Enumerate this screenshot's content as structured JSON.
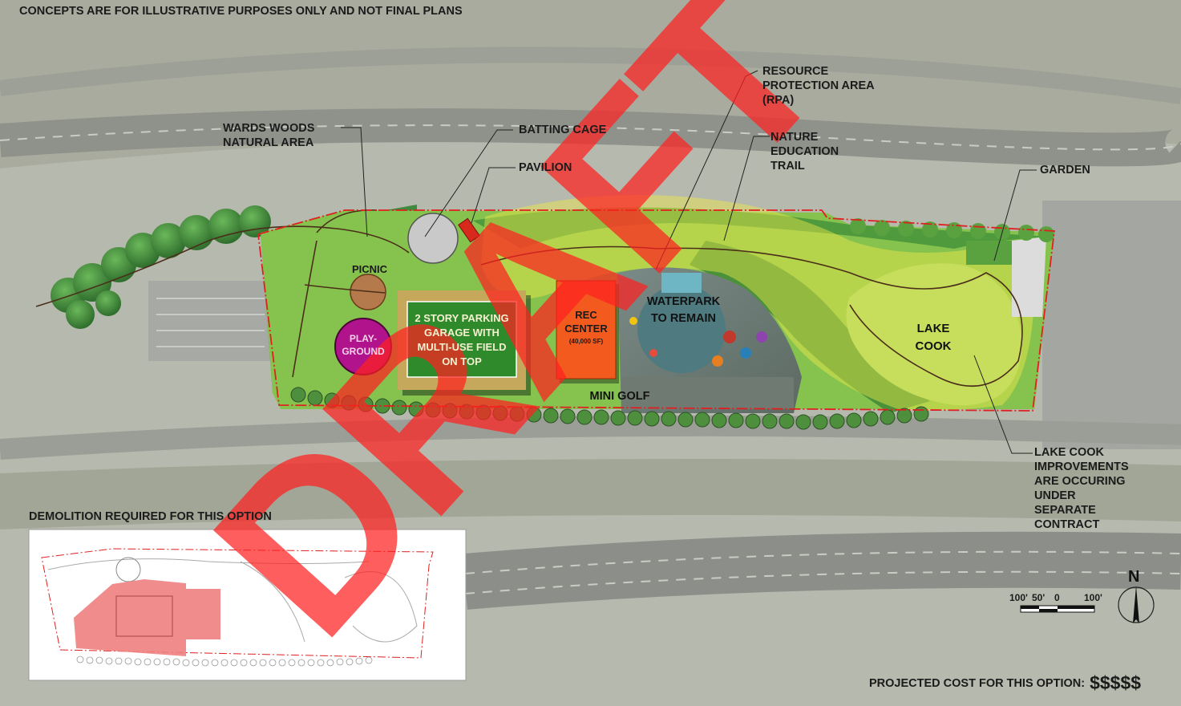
{
  "header": {
    "disclaimer": "CONCEPTS ARE FOR ILLUSTRATIVE PURPOSES ONLY AND NOT FINAL PLANS"
  },
  "watermark": "DRAFT",
  "callouts": {
    "wards_woods": "WARDS WOODS\nNATURAL AREA",
    "batting_cage": "BATTING CAGE",
    "pavilion": "PAVILION",
    "rpa": "RESOURCE\nPROTECTION AREA\n(RPA)",
    "nature_trail": "NATURE\nEDUCATION\nTRAIL",
    "garden": "GARDEN",
    "lake_cook_note": "LAKE COOK\nIMPROVEMENTS\nARE OCCURING\nUNDER\nSEPARATE\nCONTRACT"
  },
  "features": {
    "picnic": "PICNIC",
    "playground": "PLAY-\nGROUND",
    "parking_garage": "2 STORY PARKING\nGARAGE WITH\nMULTI-USE FIELD\nON TOP",
    "rec_center": "REC\nCENTER",
    "rec_center_size": "(40,000 SF)",
    "waterpark": "WATERPARK\nTO REMAIN",
    "mini_golf": "MINI GOLF",
    "lake_cook": "LAKE\nCOOK"
  },
  "inset": {
    "title": "DEMOLITION REQUIRED FOR THIS OPTION"
  },
  "scale_bar": {
    "labels": [
      "100'",
      "50'",
      "0",
      "100'"
    ]
  },
  "north_arrow": "N",
  "footer": {
    "cost_label": "PROJECTED COST FOR THIS OPTION:",
    "cost_value": "$$$$$"
  },
  "colors": {
    "watermark": "#ff2020",
    "boundary": "#e02020",
    "woods": "#3e8a3c",
    "lawn": "#7cc24a",
    "rpa_overlay": "#f2ee4a",
    "rec_center": "#f15a1f",
    "playground": "#b0148c",
    "picnic": "#b0784a"
  }
}
